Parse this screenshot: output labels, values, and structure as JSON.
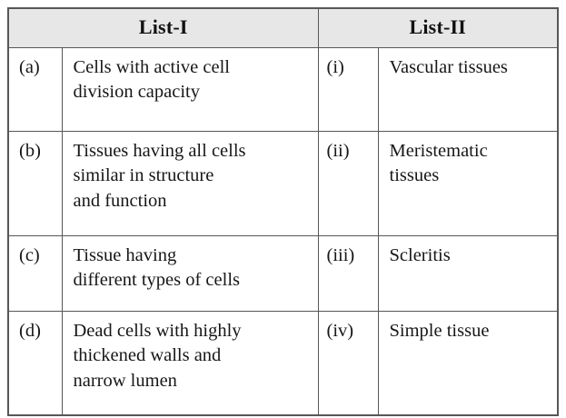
{
  "table": {
    "headers": {
      "list1": "List-I",
      "list2": "List-II"
    },
    "rows": [
      {
        "label_left": "(a)",
        "text_left_lines": [
          "Cells with active cell",
          "division capacity"
        ],
        "label_right": "(i)",
        "text_right_lines": [
          "Vascular tissues"
        ]
      },
      {
        "label_left": "(b)",
        "text_left_lines": [
          "Tissues having all cells",
          "similar in structure",
          "and function"
        ],
        "label_right": "(ii)",
        "text_right_lines": [
          "Meristematic",
          "tissues"
        ]
      },
      {
        "label_left": "(c)",
        "text_left_lines": [
          "Tissue having",
          "different types of cells"
        ],
        "label_right": "(iii)",
        "text_right_lines": [
          "Scleritis"
        ]
      },
      {
        "label_left": "(d)",
        "text_left_lines": [
          "Dead cells with highly",
          "thickened walls and",
          "narrow lumen"
        ],
        "label_right": "(iv)",
        "text_right_lines": [
          "Simple tissue"
        ]
      }
    ]
  },
  "colors": {
    "header_background": "#e7e7e7",
    "border": "#575757",
    "text": "#171717",
    "page_background": "#ffffff"
  }
}
